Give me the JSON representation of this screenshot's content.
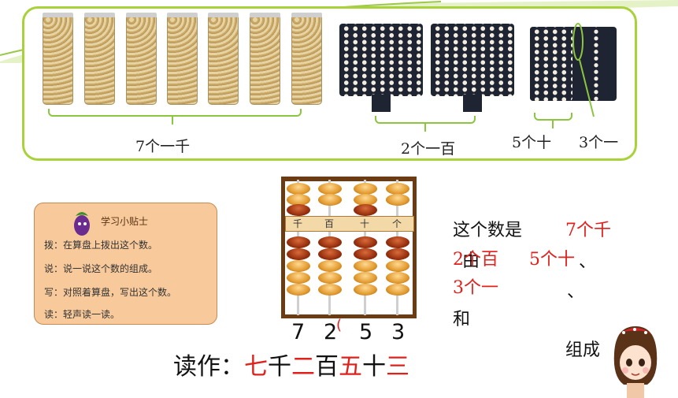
{
  "top_panel": {
    "thousands_label": "7个一千",
    "hundreds_label": "2个一百",
    "tens_label": "5个十",
    "ones_label": "3个一"
  },
  "tip_card": {
    "title": "学习小贴士",
    "lines": [
      "拨：在算盘上拨出这个数。",
      "说：说一说这个数的组成。",
      "写：对照着算盘，写出这个数。",
      "读：轻声读一读。"
    ]
  },
  "abacus": {
    "place_labels": [
      "千",
      "百",
      "十",
      "个"
    ],
    "digits": [
      "7",
      "2",
      "5",
      "3"
    ],
    "digit_mark": "(",
    "bead_colors": {
      "gold": "#e29a2e",
      "dark": "#99310f"
    }
  },
  "composition": {
    "line1_lead": "这个数是",
    "line1_value": "7个千",
    "line2_lead": "由",
    "line2_value_a": "2个百",
    "line2_value_b": "5个十",
    "comma1": "、",
    "line3_value": "3个一",
    "comma2": "、",
    "line4_lead": "和",
    "tail": "组成"
  },
  "reading": {
    "prefix": "读作：",
    "parts": [
      {
        "text": "七",
        "color": "#e0201b"
      },
      {
        "text": "千",
        "color": "#111111"
      },
      {
        "text": "二",
        "color": "#e0201b"
      },
      {
        "text": "百",
        "color": "#111111"
      },
      {
        "text": "五",
        "color": "#e0201b"
      },
      {
        "text": "十",
        "color": "#111111"
      },
      {
        "text": "三",
        "color": "#e0201b"
      }
    ]
  },
  "colors": {
    "accent_green": "#a9d23a",
    "red_text": "#e0201b",
    "tip_bg": "#f7c99b"
  }
}
